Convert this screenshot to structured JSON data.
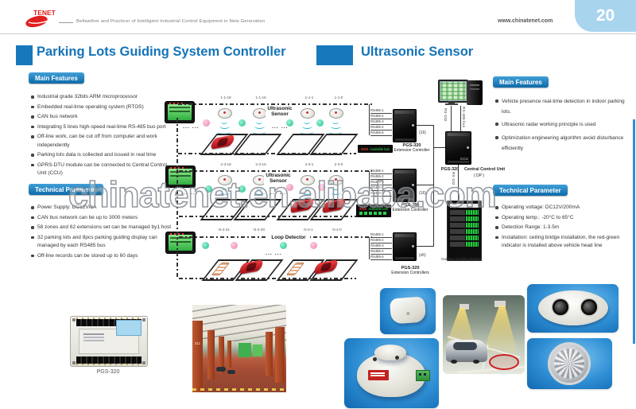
{
  "header": {
    "logo_text": "TENET",
    "tagline": "Bellwether and Practicer of Intelligent Industrial Control Equipment in New Generation",
    "website": "www.chinatenet.com",
    "page_number": "20"
  },
  "left_section": {
    "title": "Parking Lots Guiding System Controller",
    "main_features": {
      "label": "Main Features",
      "items": [
        "Industrial grade 32bits ARM microprocessor",
        "Embedded real-time operating system (RTOS)",
        "CAN bus network",
        "Integrating 5 lines high-speed real-time RS-485 bus port",
        "Off-line work, can be cut off from computer and work independently",
        "Parking lots data is collected and issued in real time",
        "GPRS-DTU module can be connected to Central Control Unit (CCU)"
      ]
    },
    "technical_parameter": {
      "label": "Technical Parameter",
      "items": [
        "Power Supply: DC12V/1A",
        "CAN bus network can be up to 3000 meters",
        "58 zones and 62 extensions set can be managed by1 host",
        "32 parking lots and 8pcs parking guiding display can managed by each RS485 bus",
        "Off-line records can be stored up to 60 days"
      ]
    },
    "product_caption": "PGS-320"
  },
  "right_section": {
    "title": "Ultrasonic Sensor",
    "main_features": {
      "label": "Main Features",
      "items": [
        "Vehicle presence real-time detection in indoor parking lots.",
        "Ultrasonic radar working principle is used",
        "Optimization engineering algorithm avoid disturbance efficiently"
      ]
    },
    "technical_parameter": {
      "label": "Technical Parameter",
      "items": [
        "Operating voltage: DC12V/200mA",
        "Operating temp.: -20°C to 65°C",
        "Detection Range: 1-3.5m",
        "Installation: ceiling bridge installation, the red-green indicator is installed above vehicle head line"
      ]
    }
  },
  "diagram": {
    "rows": [
      {
        "slots": [
          "1-1-18",
          "1-1-16",
          "1-1-1",
          "1-1-0"
        ],
        "label": "Ultrasonic Sensor"
      },
      {
        "slots": [
          "2-3-18",
          "2-3-16",
          "2-3-1",
          "2-3-0"
        ],
        "label": "Ultrasonic Sensor"
      },
      {
        "slots": [
          "N-4-31",
          "N-4-30",
          "N-4-1",
          "N-4-0"
        ],
        "label": "Loop Detector"
      }
    ],
    "rs485": [
      "RS485-1",
      "RS485-2",
      "RS485-3",
      "RS485-4",
      "RS485-5"
    ],
    "controllers": [
      {
        "count": "(16)",
        "name": "PGS-320",
        "type": "Extension Controller"
      },
      {
        "count": "(16)",
        "name": "PGS-320",
        "type": "Extension Controller"
      },
      {
        "count": "(x6)",
        "name": "PGS-320",
        "type": "Extension Controllers"
      }
    ],
    "available_display": {
      "value": "XXX",
      "label": "Available lots"
    },
    "ccu": {
      "on_box": "CCU",
      "name": "PGS-320",
      "line1": "Central Control Unit",
      "line2": "( DP )"
    },
    "cable_rs232": "RS-232",
    "cable_rs485": "RS-485 bus",
    "ccu_to_display_cable": "RS-232",
    "outdoor_caption": "Outdoor Guiding Display",
    "ellipsis": "... ..."
  },
  "garage_photo": {
    "pillar_label": "311"
  },
  "watermark": "chinatenet.en.alibaba.com",
  "colors": {
    "brand_blue": "#1878bc",
    "logo_red": "#e0201f",
    "badge_blue": "#0d6aa9",
    "page_tab_blue": "#a9d4ee",
    "led_green": "#2faf3f",
    "wifi_cyan": "#28b4d8"
  }
}
